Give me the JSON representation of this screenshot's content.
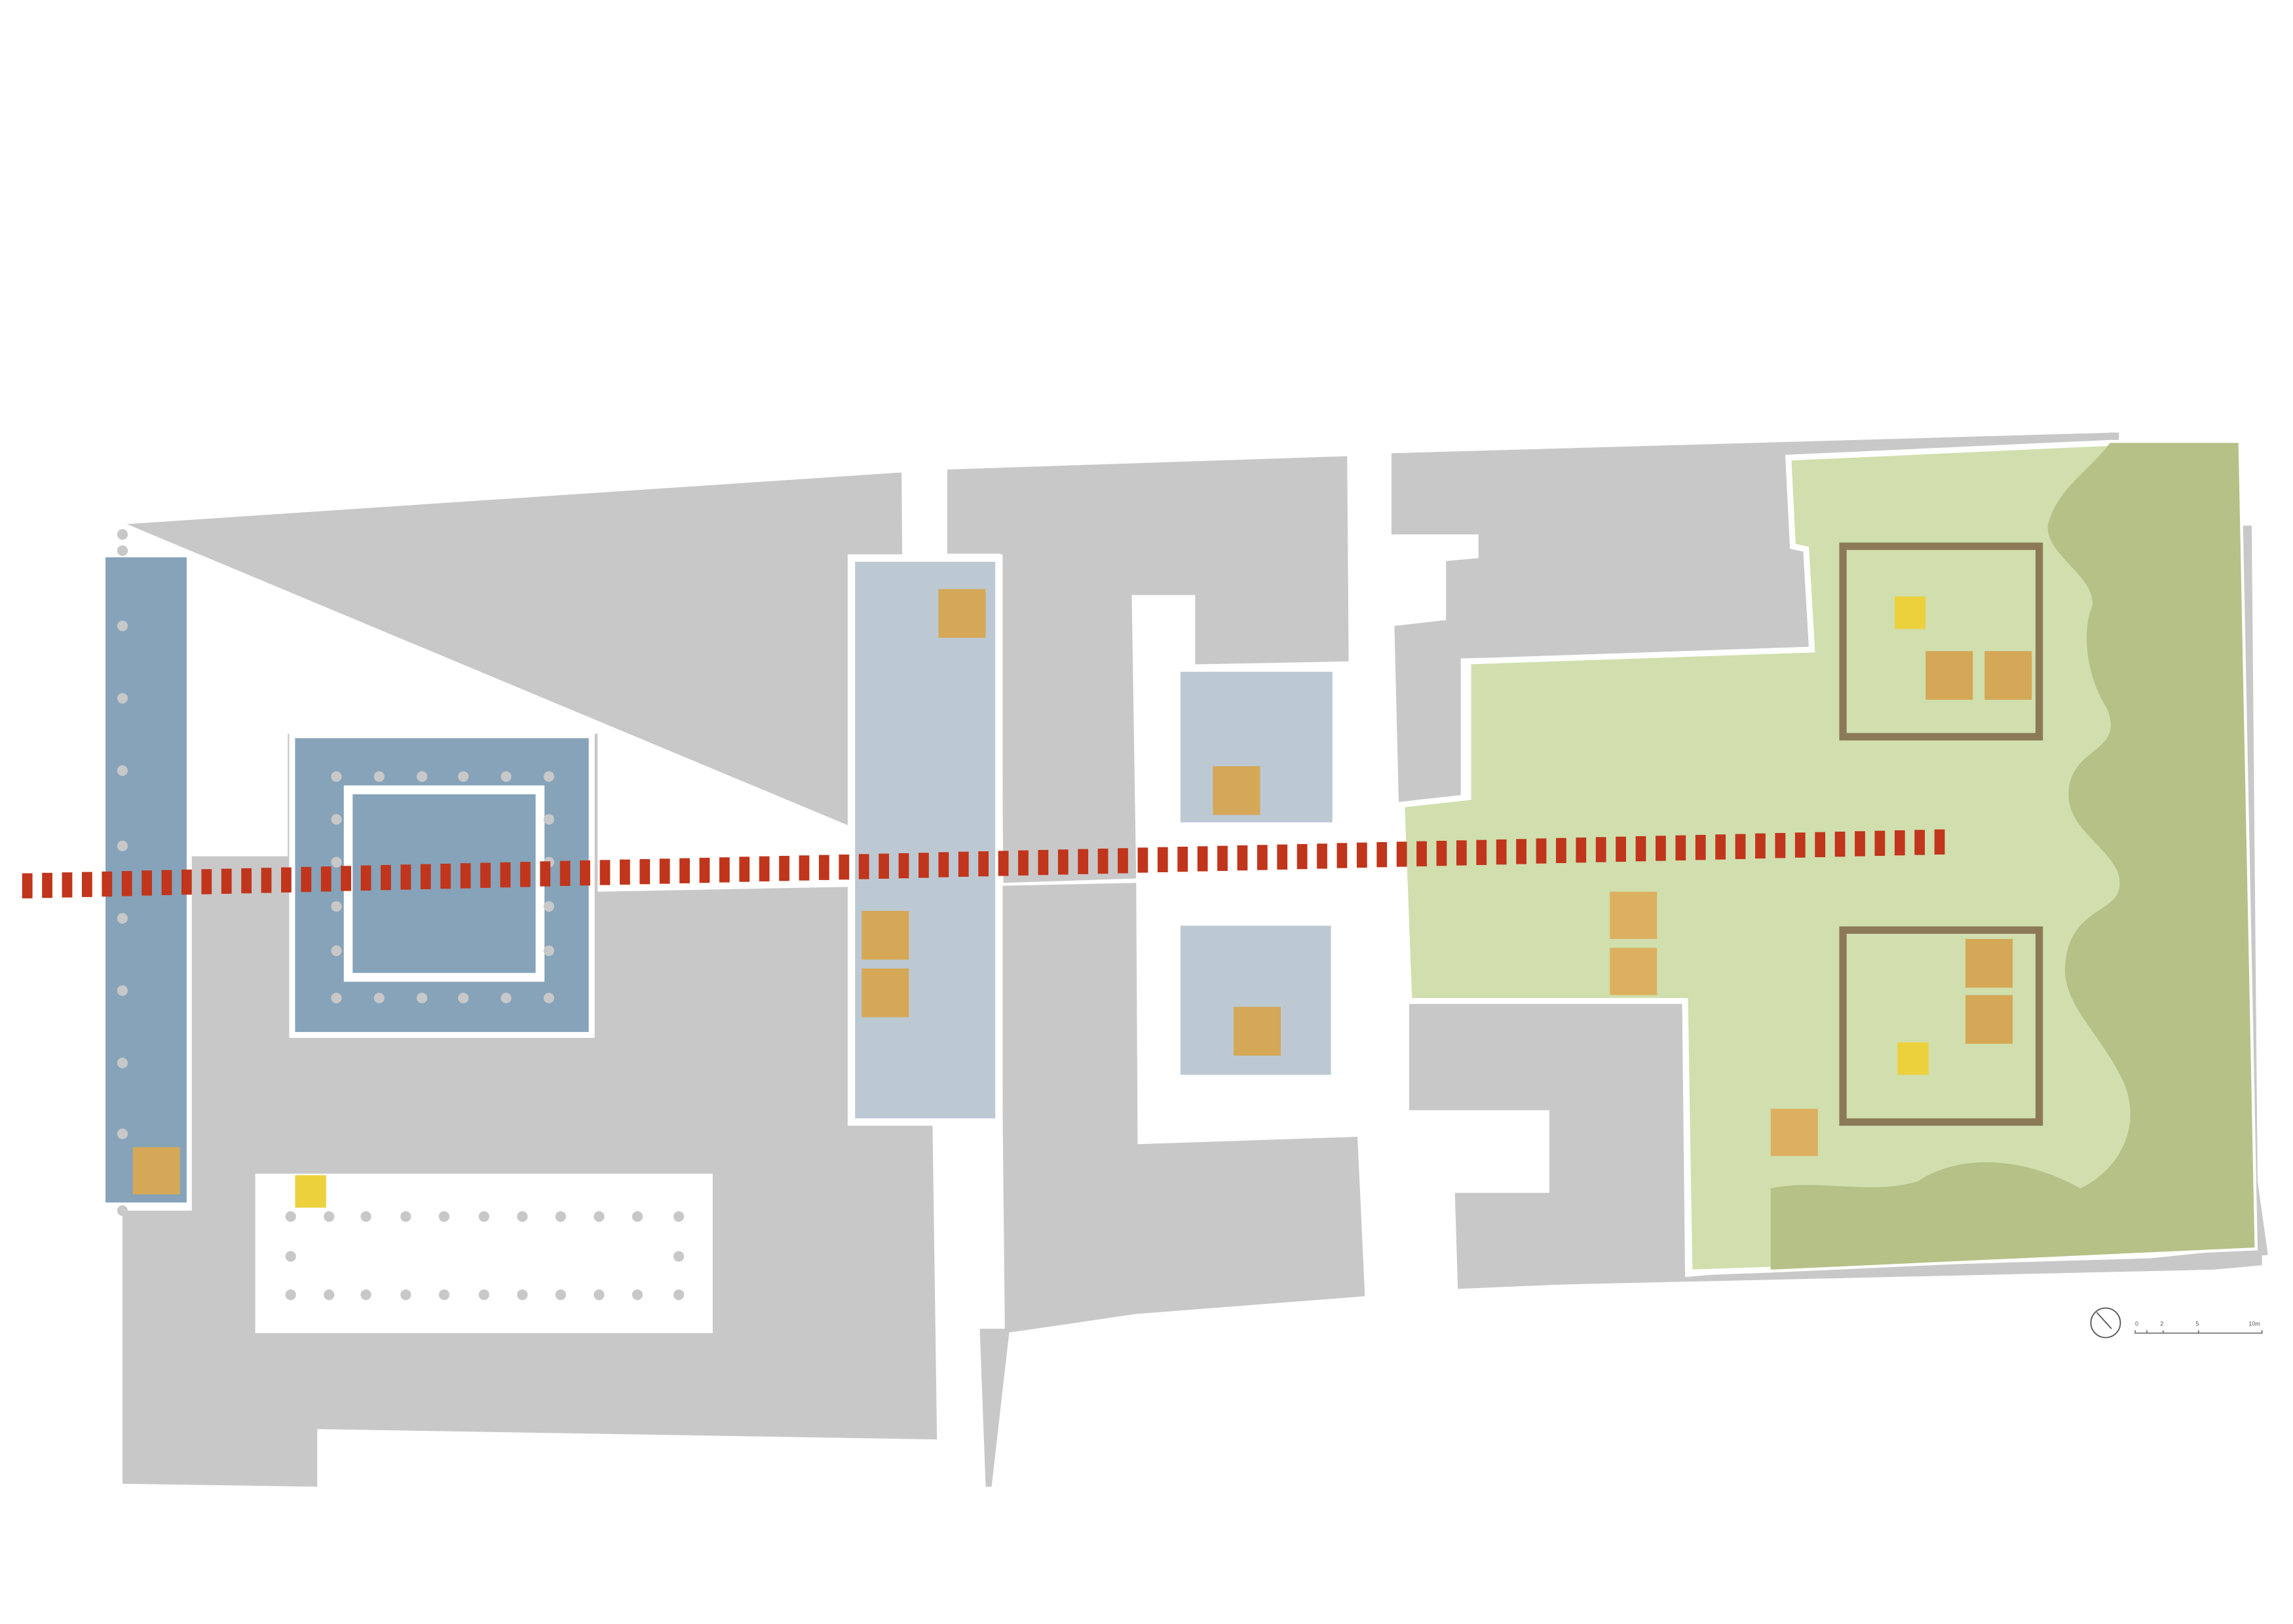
{
  "colors": {
    "background": "#ffffff",
    "built_mass": "#c8c8c8",
    "courtyard_dark": "#86a3b9",
    "courtyard_light": "#bdc9d2",
    "garden_light": "#d0dfad",
    "garden_dark": "#b5c187",
    "garden_frame": "#8b7957",
    "feature_ochre": "#d4a857",
    "feature_yellow": "#ecd13d",
    "column": "#c8c8c8",
    "axis": "#c0351b"
  },
  "icons": {
    "north_arrow": "north-arrow-icon",
    "scale_bar": "scale-bar-icon"
  },
  "scale_bar": {
    "labels": [
      "0",
      "2",
      "5",
      "10m"
    ]
  }
}
